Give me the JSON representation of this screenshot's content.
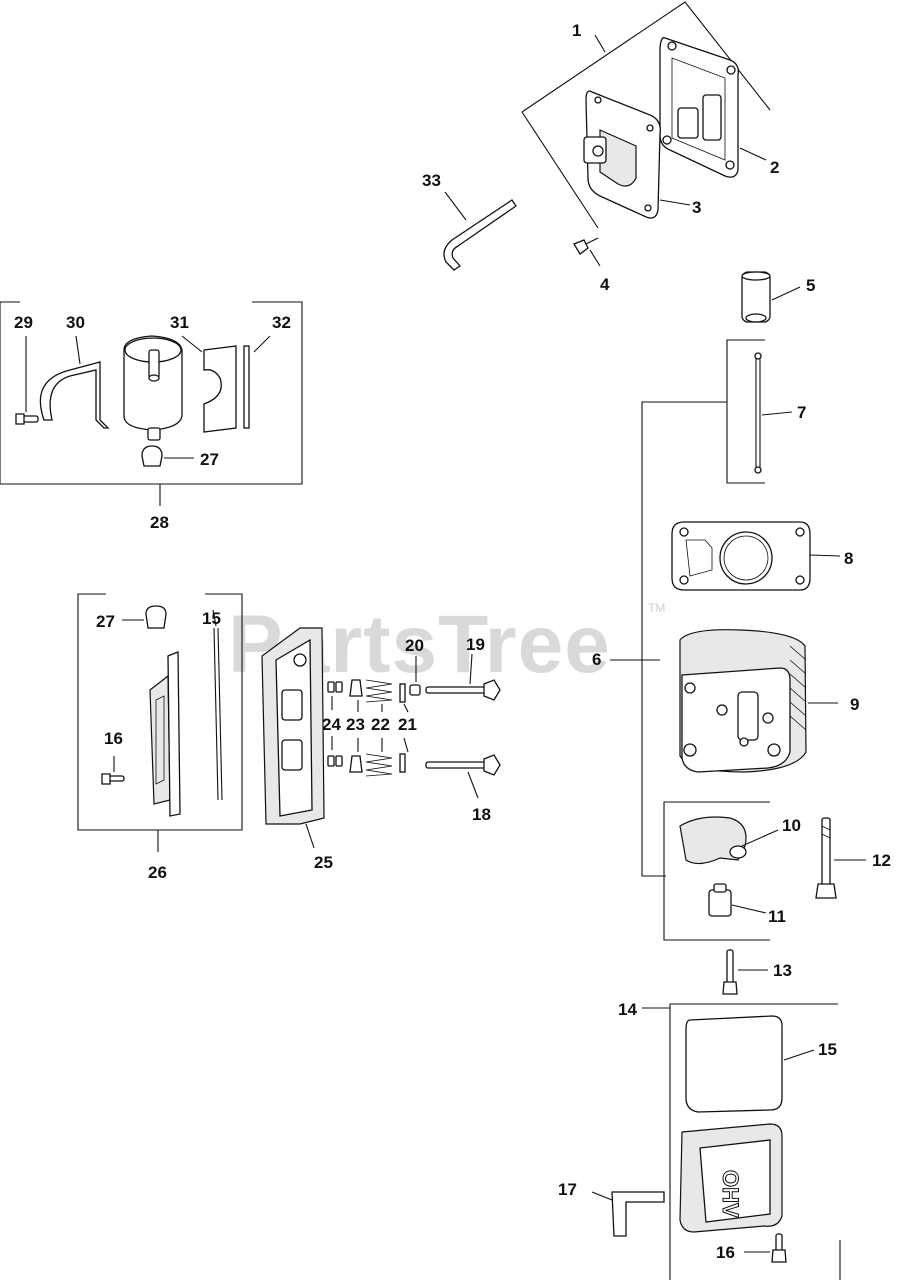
{
  "watermark": {
    "text": "PartsTree",
    "trademark": "TM"
  },
  "callouts": [
    "1",
    "2",
    "3",
    "4",
    "5",
    "6",
    "7",
    "8",
    "9",
    "10",
    "11",
    "12",
    "13",
    "14",
    "15",
    "16",
    "17",
    "18",
    "19",
    "20",
    "21",
    "22",
    "23",
    "24",
    "25",
    "26",
    "27",
    "28",
    "29",
    "30",
    "31",
    "32",
    "33"
  ],
  "callouts_secondary": {
    "n27b": "27",
    "n15b": "15",
    "n16b": "16"
  }
}
